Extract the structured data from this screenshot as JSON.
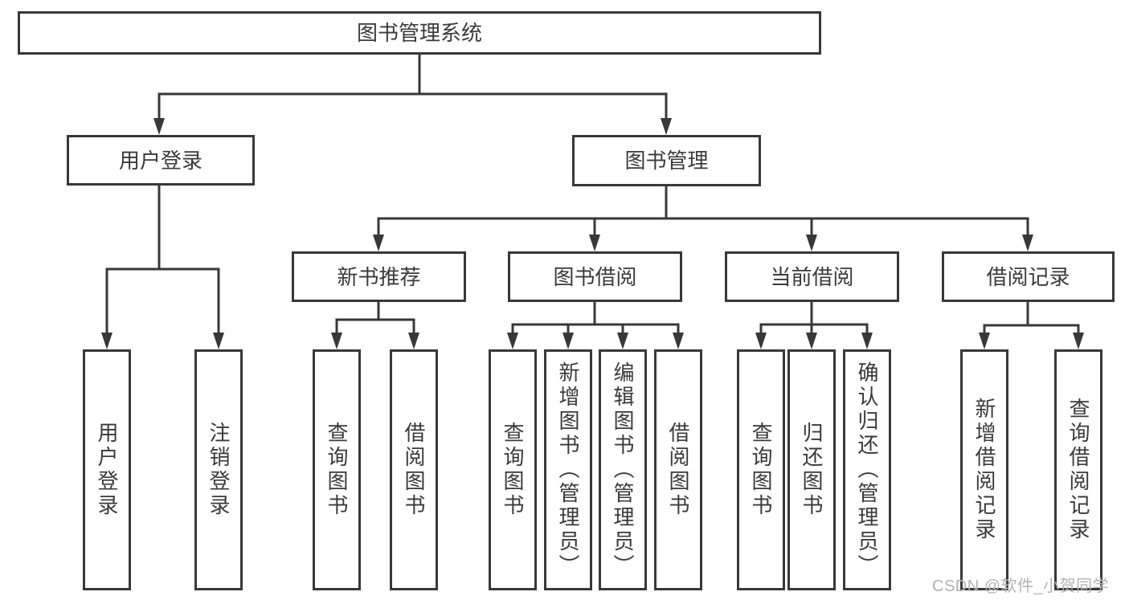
{
  "diagram": {
    "title": "图书管理系统",
    "branches": {
      "user_login": {
        "label": "用户登录",
        "children": [
          "用户登录",
          "注销登录"
        ]
      },
      "book_management": {
        "label": "图书管理",
        "sections": {
          "new_book_recommend": {
            "label": "新书推荐",
            "children": [
              "查询图书",
              "借阅图书"
            ]
          },
          "book_borrowing": {
            "label": "图书借阅",
            "children": [
              "查询图书",
              "新增图书（管理员）",
              "编辑图书（管理员）",
              "借阅图书"
            ]
          },
          "current_borrowing": {
            "label": "当前借阅",
            "children": [
              "查询图书",
              "归还图书",
              "确认归还（管理员）"
            ]
          },
          "borrowing_records": {
            "label": "借阅记录",
            "children": [
              "新增借阅记录",
              "查询借阅记录"
            ]
          }
        }
      }
    }
  },
  "watermark": "CSDN @软件_小贺同学",
  "colors": {
    "line": "#383838",
    "box_border": "#383838",
    "text": "#3a3a3a",
    "watermark": "#b3b3b3",
    "background": "#ffffff"
  }
}
